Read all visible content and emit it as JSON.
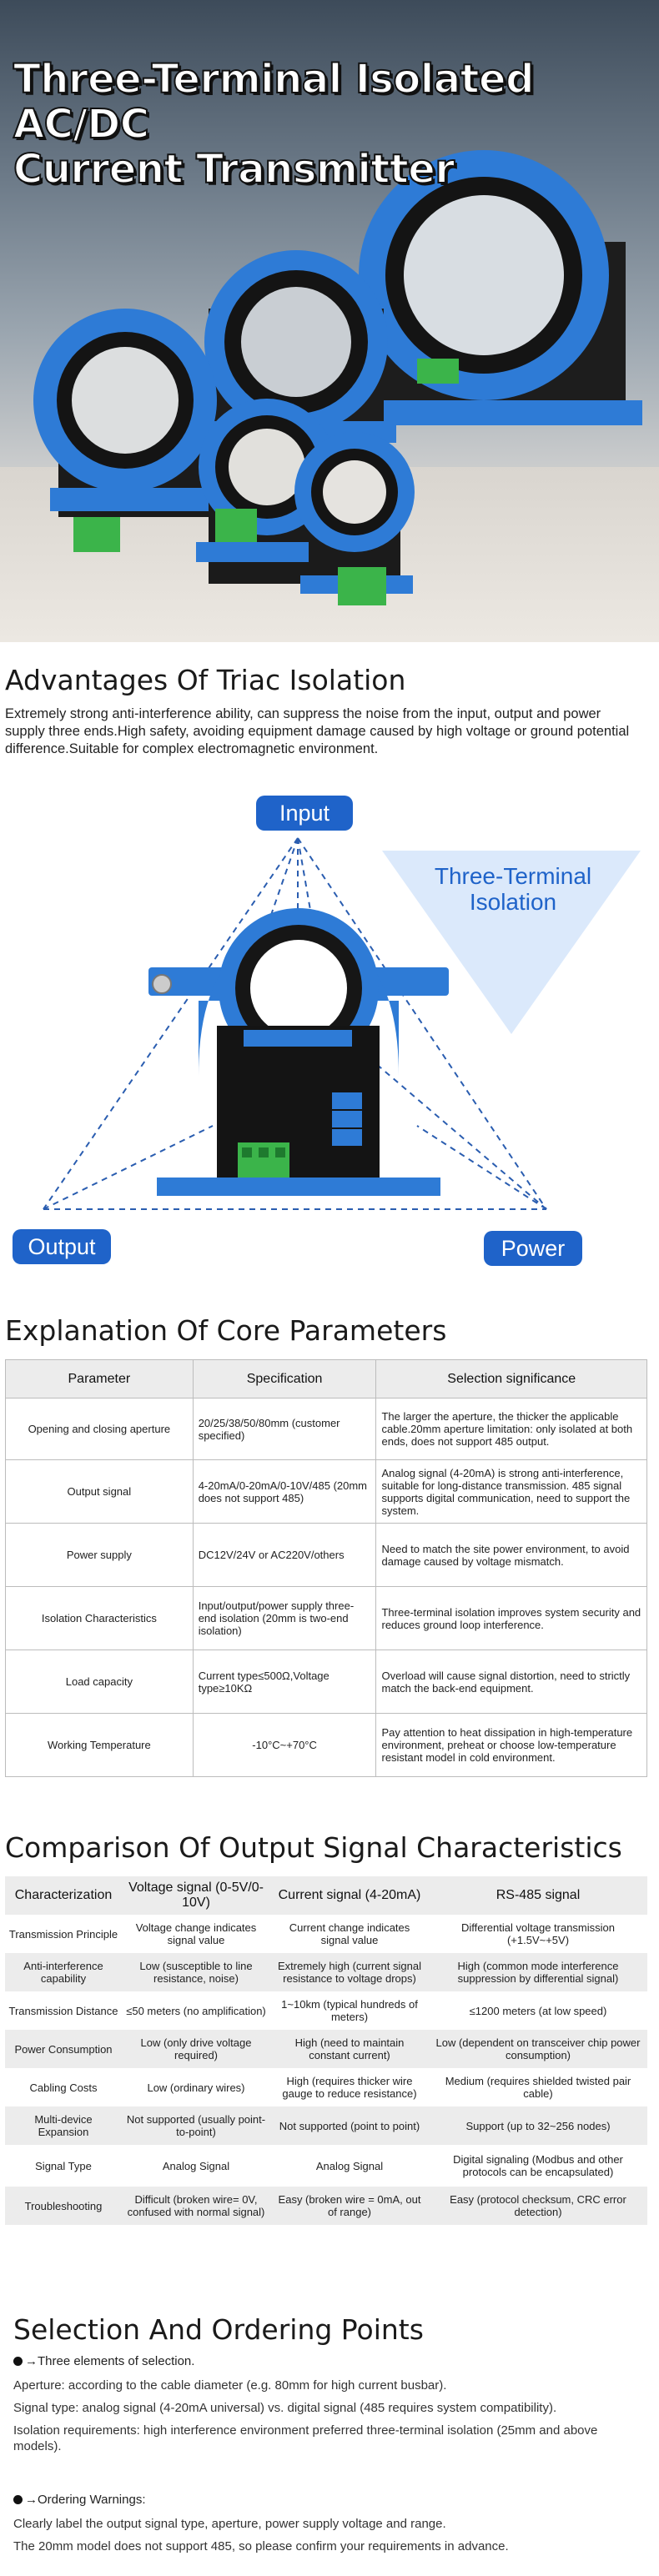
{
  "hero": {
    "title_line1": "Three-Terminal Isolated AC/DC",
    "title_line2": "Current Transmitter"
  },
  "advantages": {
    "title": "Advantages Of Triac Isolation",
    "text": "Extremely strong anti-interference ability, can suppress the noise from the input, output and power supply three ends.High safety, avoiding equipment damage caused by high voltage or ground potential difference.Suitable for complex electromagnetic environment."
  },
  "diagram": {
    "input_label": "Input",
    "output_label": "Output",
    "power_label": "Power",
    "banner_line1": "Three-Terminal",
    "banner_line2": "Isolation"
  },
  "core_params": {
    "title": "Explanation Of Core Parameters",
    "headers": [
      "Parameter",
      "Specification",
      "Selection significance"
    ],
    "rows": [
      [
        "Opening and closing aperture",
        "20/25/38/50/80mm (customer specified)",
        "The larger the aperture, the thicker the applicable cable.20mm aperture limitation: only isolated at both ends, does not support 485 output."
      ],
      [
        "Output signal",
        "4-20mA/0-20mA/0-10V/485 (20mm does not support 485)",
        "Analog signal (4-20mA) is strong anti-interference, suitable for long-distance transmission. 485 signal supports digital communication, need to support the system."
      ],
      [
        "Power supply",
        "DC12V/24V or AC220V/others",
        "Need to match the site power environment, to avoid damage caused by voltage mismatch."
      ],
      [
        "Isolation Characteristics",
        "Input/output/power supply three-end isolation (20mm is two-end isolation)",
        "Three-terminal isolation improves system security and reduces ground loop interference."
      ],
      [
        "Load capacity",
        "Current type≤500Ω,Voltage type≥10KΩ",
        "Overload will cause signal distortion, need to strictly match the back-end equipment."
      ],
      [
        "Working Temperature",
        "-10°C~+70°C",
        "Pay attention to heat dissipation in high-temperature environment, preheat or choose low-temperature resistant model in cold environment."
      ]
    ]
  },
  "comparison": {
    "title": "Comparison Of Output Signal Characteristics",
    "headers": [
      "Characterization",
      "Voltage signal (0-5V/0-10V)",
      "Current signal (4-20mA)",
      "RS-485 signal"
    ],
    "rows": [
      [
        "Transmission Principle",
        "Voltage change indicates signal value",
        "Current change indicates signal value",
        "Differential voltage transmission (+1.5V~+5V)"
      ],
      [
        "Anti-interference capability",
        "Low (susceptible to line resistance, noise)",
        "Extremely high (current signal resistance to voltage drops)",
        "High (common mode interference suppression by differential signal)"
      ],
      [
        "Transmission Distance",
        "≤50 meters (no amplification)",
        "1~10km (typical hundreds of meters)",
        "≤1200 meters (at low speed)"
      ],
      [
        "Power Consumption",
        "Low (only drive voltage required)",
        "High (need to maintain constant current)",
        "Low (dependent on transceiver chip power consumption)"
      ],
      [
        "Cabling Costs",
        "Low (ordinary wires)",
        "High (requires thicker wire gauge to reduce resistance)",
        "Medium (requires shielded twisted pair cable)"
      ],
      [
        "Multi-device Expansion",
        "Not supported (usually point-to-point)",
        "Not supported (point to point)",
        "Support (up to 32~256 nodes)"
      ],
      [
        "Signal Type",
        "Analog Signal",
        "Analog Signal",
        "Digital signaling (Modbus and other protocols can be encapsulated)"
      ],
      [
        "Troubleshooting",
        "Difficult (broken wire= 0V, confused with normal signal)",
        "Easy (broken wire = 0mA, out of range)",
        "Easy (protocol checksum, CRC error detection)"
      ]
    ]
  },
  "ordering": {
    "title": "Selection And Ordering Points",
    "elements_heading": "→Three elements of selection.",
    "elements": [
      "Aperture: according to the cable diameter (e.g. 80mm for high current busbar).",
      "Signal type: analog signal (4-20mA universal) vs. digital signal (485 requires system compatibility).",
      "Isolation requirements: high interference environment preferred three-terminal isolation (25mm and above models)."
    ],
    "warnings_heading": "→Ordering Warnings:",
    "warnings": [
      "Clearly label the output signal type, aperture, power supply voltage and range.",
      "The 20mm model does not support 485, so please confirm your requirements in advance."
    ]
  },
  "colors": {
    "brand_blue": "#1f63c9",
    "device_blue": "#2e7bd6",
    "table_header_bg": "#ececec"
  }
}
